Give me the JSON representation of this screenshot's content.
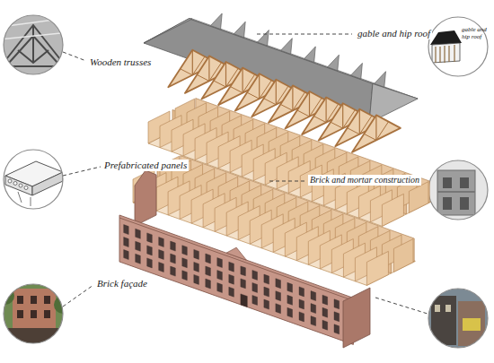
{
  "diagram": {
    "labels": [
      "gable and hip roof",
      "Wooden trusses",
      "Prefabricated panels",
      "Brick and mortar construction",
      "Brick façade",
      "gable and hip roof"
    ]
  }
}
